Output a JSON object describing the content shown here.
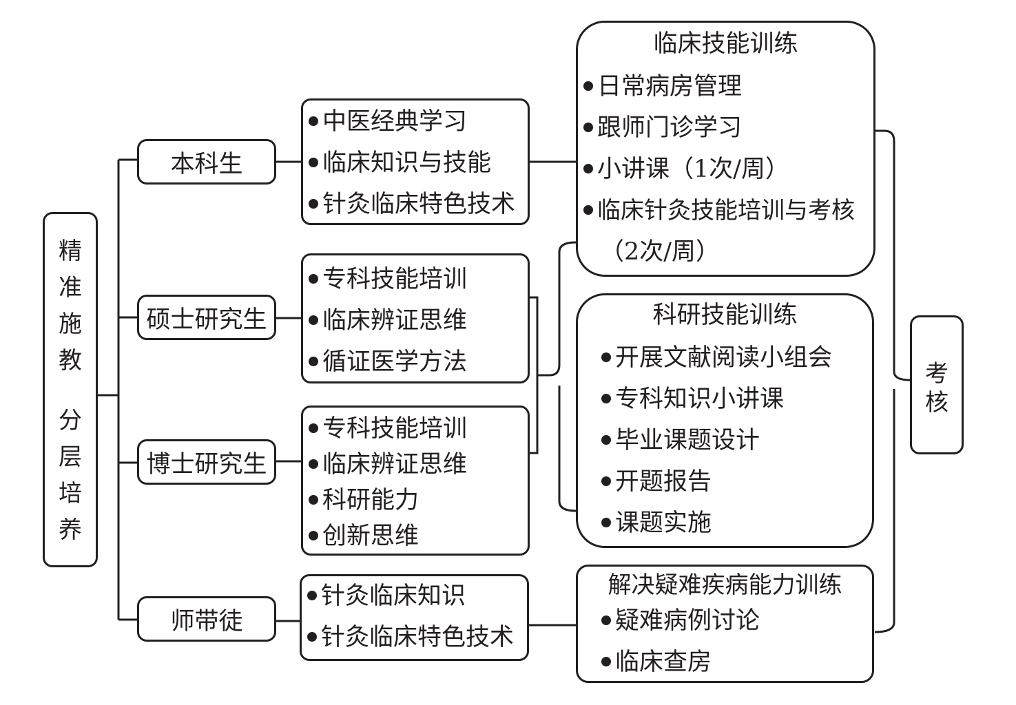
{
  "root": {
    "chars": [
      "精",
      "准",
      "施",
      "教",
      "分",
      "层",
      "培",
      "养"
    ]
  },
  "levels": [
    {
      "label": "本科生",
      "items": [
        "中医经典学习",
        "临床知识与技能",
        "针灸临床特色技术"
      ]
    },
    {
      "label": "硕士研究生",
      "items": [
        "专科技能培训",
        "临床辨证思维",
        "循证医学方法"
      ]
    },
    {
      "label": "博士研究生",
      "items": [
        "专科技能培训",
        "临床辨证思维",
        "科研能力",
        "创新思维"
      ]
    },
    {
      "label": "师带徒",
      "items": [
        "针灸临床知识",
        "针灸临床特色技术"
      ]
    }
  ],
  "trainings": [
    {
      "title": "临床技能训练",
      "items": [
        "日常病房管理",
        "跟师门诊学习",
        "小讲课（1次/周）",
        "临床针灸技能培训与考核",
        "（2次/周）"
      ]
    },
    {
      "title": "科研技能训练",
      "items": [
        "开展文献阅读小组会",
        "专科知识小讲课",
        "毕业课题设计",
        "开题报告",
        "课题实施"
      ]
    },
    {
      "title": "解决疑难疾病能力训练",
      "items": [
        "疑难病例讨论",
        "临床查房"
      ]
    }
  ],
  "assessment": {
    "chars": [
      "考",
      "核"
    ]
  }
}
